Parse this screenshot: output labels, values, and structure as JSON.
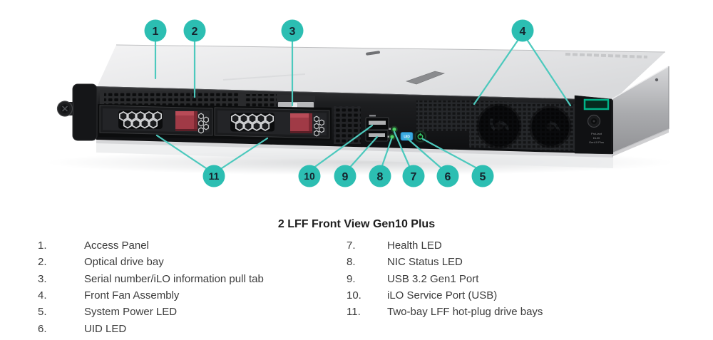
{
  "title": "2 LFF Front View Gen10 Plus",
  "colors": {
    "teal": "#2cbeb2",
    "line": "#4cc9bd",
    "number": "#16242e",
    "uid_blue": "#3aa9e0",
    "power_green": "#35c768",
    "logo_green": "#00b388",
    "latch_red": "#a03a46"
  },
  "callouts": [
    {
      "num": "1"
    },
    {
      "num": "2"
    },
    {
      "num": "3"
    },
    {
      "num": "4"
    },
    {
      "num": "5"
    },
    {
      "num": "6"
    },
    {
      "num": "7"
    },
    {
      "num": "8"
    },
    {
      "num": "9"
    },
    {
      "num": "10"
    },
    {
      "num": "11"
    }
  ],
  "legend": {
    "left": [
      {
        "n": "1.",
        "label": "Access Panel"
      },
      {
        "n": "2.",
        "label": "Optical drive bay"
      },
      {
        "n": "3.",
        "label": "Serial number/iLO information pull tab"
      },
      {
        "n": "4.",
        "label": "Front Fan Assembly"
      },
      {
        "n": "5.",
        "label": "System Power LED"
      },
      {
        "n": "6.",
        "label": "UID LED"
      }
    ],
    "right": [
      {
        "n": "7.",
        "label": "Health LED"
      },
      {
        "n": "8.",
        "label": "NIC Status LED"
      },
      {
        "n": "9.",
        "label": "USB 3.2 Gen1 Port"
      },
      {
        "n": "10.",
        "label": "iLO Service Port (USB)"
      },
      {
        "n": "11.",
        "label": "Two-bay LFF hot-plug drive bays"
      }
    ]
  },
  "server": {
    "uid_label": "UID",
    "model_lines": {
      "l1": "ProLiant",
      "l2": "DL20",
      "l3": "Gen10 Plus"
    }
  }
}
